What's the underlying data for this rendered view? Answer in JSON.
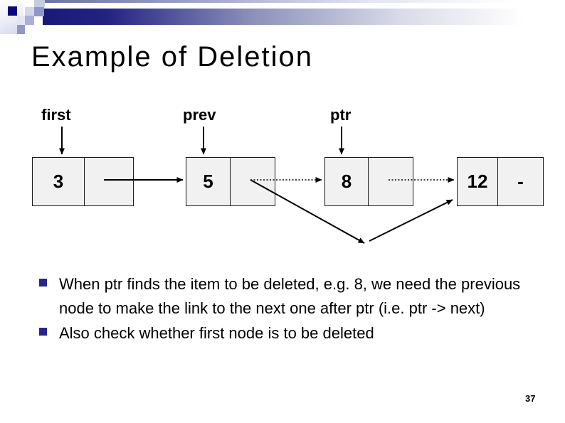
{
  "slide": {
    "title": "Example of Deletion",
    "page_number": "37"
  },
  "diagram": {
    "labels": {
      "first": "first",
      "prev": "prev",
      "ptr": "ptr"
    },
    "nodes": [
      {
        "data": "3",
        "next": ""
      },
      {
        "data": "5",
        "next": ""
      },
      {
        "data": "8",
        "next": ""
      },
      {
        "data": "12",
        "next": "-"
      }
    ],
    "links": [
      "node3 -> node5 (solid)",
      "node5 -> node8 (dotted old link)",
      "node8 -> node12 (dotted old link)",
      "node5 -> node12 (solid new link bypassing node 8)"
    ]
  },
  "bullets": [
    "When ptr finds the item to be deleted, e.g. 8, we need the previous node to make the link to the next one after ptr (i.e. ptr -> next)",
    "Also check whether first node is to be deleted"
  ],
  "colors": {
    "accent_navy": "#191979",
    "bullet_square": "#26268c",
    "node_fill": "#f1f1f1",
    "node_border": "#1a1a1a"
  }
}
